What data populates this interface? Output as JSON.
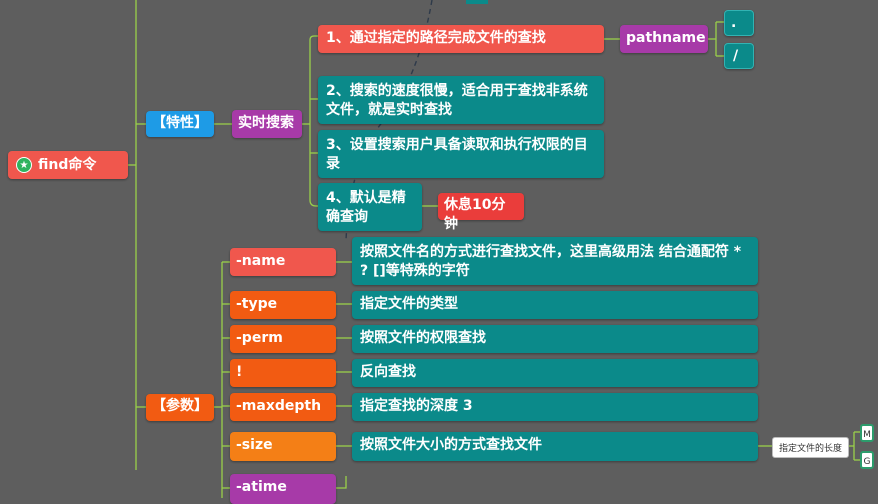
{
  "root": {
    "label": "find命令",
    "icon": "star-icon"
  },
  "features": {
    "label": "【特性】",
    "realtime": {
      "label": "实时搜索"
    },
    "items": [
      {
        "text": "1、通过指定的路径完成文件的查找"
      },
      {
        "text": "2、搜索的速度很慢，适合用于查找非系统文件，就是实时查找"
      },
      {
        "text": "3、设置搜索用户具备读取和执行权限的目录"
      },
      {
        "text": "4、默认是精确查询"
      }
    ],
    "pathname": {
      "label": "pathname",
      "children": [
        ".",
        "/"
      ]
    },
    "rest": {
      "label": "休息10分钟"
    }
  },
  "params": {
    "label": "【参数】",
    "options": [
      {
        "name": "-name",
        "desc": "按照文件名的方式进行查找文件，这里高级用法 结合通配符 * ? []等特殊的字符"
      },
      {
        "name": "-type",
        "desc": "指定文件的类型"
      },
      {
        "name": "-perm",
        "desc": "按照文件的权限查找"
      },
      {
        "name": "!",
        "desc": "反向查找"
      },
      {
        "name": "-maxdepth",
        "desc": "指定查找的深度 3"
      },
      {
        "name": "-size",
        "desc": "按照文件大小的方式查找文件"
      },
      {
        "name": "-atime",
        "desc": ""
      }
    ],
    "size_note": "指定文件的长度",
    "size_units": [
      "M",
      "G"
    ]
  }
}
